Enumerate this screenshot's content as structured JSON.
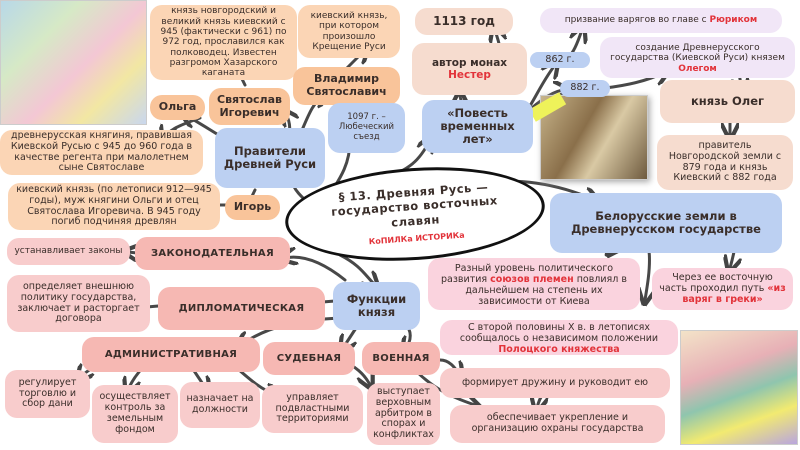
{
  "center": {
    "title": "§ 13. Древняя Русь — государство восточных славян",
    "brand": "КоПИЛКа ИСТОРИКа"
  },
  "rulers": {
    "title": "Правители Древней Руси",
    "olga": {
      "name": "Ольга",
      "desc": "древнерусская княгиня, правившая Киевской Русью с 945 до 960 года в качестве регента при малолетнем сыне Святославе"
    },
    "igor": {
      "name": "Игорь",
      "desc": "киевский князь (по летописи 912—945 годы), муж княгини Ольги и отец Святослава Игоревича. В 945 году погиб подчиняя древлян"
    },
    "svyatoslav": {
      "name": "Святослав Игоревич",
      "desc": "князь новгородский и великий князь киевский с 945 (фактически с 961) по 972 год, прославился как полководец. Известен разгромом Хазарского каганата"
    },
    "vladimir": {
      "name": "Владимир Святославич",
      "desc": "киевский князь, при котором произошло Крещение Руси"
    }
  },
  "lubech": "1097 г. – Любеческий съезд",
  "chronicle": {
    "title": "«Повесть временных лет»",
    "author_prefix": "автор монах",
    "author": "Нестер",
    "year": "1113 год",
    "d862": "862 г.",
    "e862_prefix": "призвание варягов во главе с",
    "e862_name": "Рюриком",
    "d882": "882 г.",
    "e882_prefix": "создание Древнерусского государства (Киевской Руси) князем",
    "e882_name": "Олегом",
    "oleg": "князь Олег",
    "oleg_desc": "правитель Новгородской земли с 879 года и князь Киевский с 882 года"
  },
  "belarus": {
    "title": "Белорусские земли в Древнерусском государстве",
    "p1_a": "Разный уровень политического развития",
    "p1_red": "союзов племен",
    "p1_b": "повлиял в дальнейшем на степень их зависимости от Киева",
    "p2_a": "Через ее восточную часть проходил путь",
    "p2_red": "«из варяг в греки»",
    "p3_a": "С второй половины X в. в летописях сообщалось о независимом положении",
    "p3_red": "Полоцкого княжества"
  },
  "functions": {
    "title": "Функции князя",
    "legislative": {
      "label": "ЗАКОНОДАТЕЛЬНАЯ",
      "desc": "устанавливает законы"
    },
    "diplomatic": {
      "label": "ДИПЛОМАТИЧЕСКАЯ",
      "desc": "определяет внешнюю политику государства, заключает и расторгает договора"
    },
    "administrative": {
      "label": "АДМИНИСТРАТИВНАЯ",
      "items": [
        "регулирует торговлю и сбор дани",
        "осуществляет контроль за земельным фондом",
        "назначает на должности",
        "управляет подвластными территориями"
      ]
    },
    "judicial": {
      "label": "СУДЕБНАЯ",
      "desc": "выступает верховным арбитром в спорах и конфликтах"
    },
    "military": {
      "label": "ВОЕННАЯ",
      "items": [
        "формирует дружину и руководит ею",
        "обеспечивает укрепление и организацию охраны государства"
      ]
    }
  }
}
